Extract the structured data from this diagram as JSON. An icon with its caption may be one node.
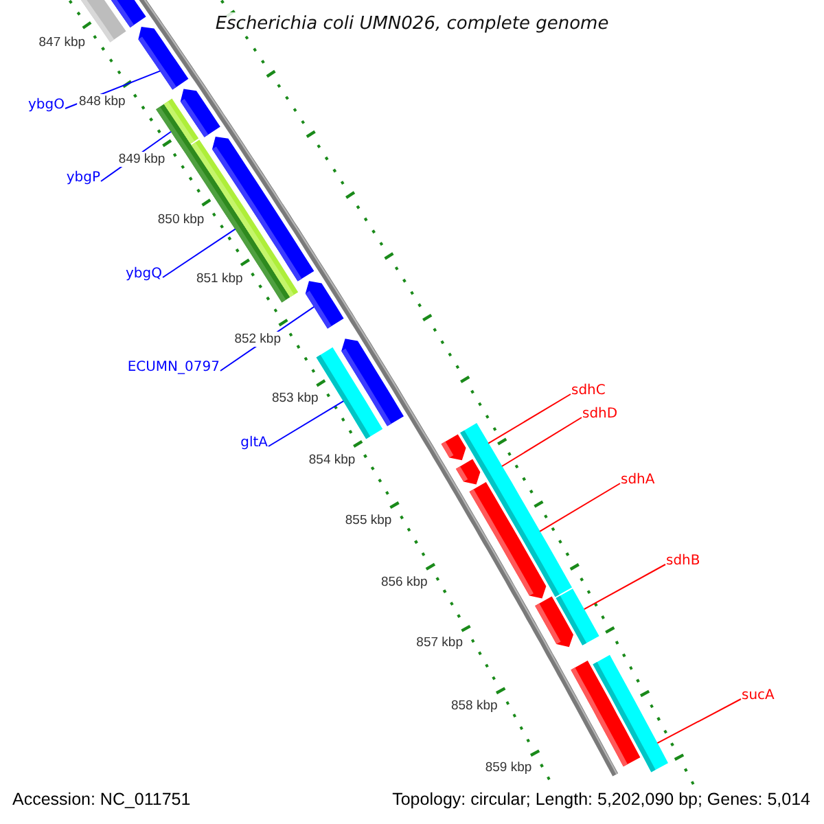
{
  "diagram": {
    "title": "Escherichia coli UMN026, complete genome",
    "nodes": [
      {
        "text": [
          "ybgO"
        ]
      },
      {
        "text": [
          "ybgP"
        ]
      },
      {
        "text": [
          "ybgQ"
        ]
      },
      {
        "text": [
          "ECUMN_0797"
        ]
      },
      {
        "text": [
          "gltA"
        ]
      },
      {
        "text": [
          "sdhC"
        ]
      },
      {
        "text": [
          "sdhD"
        ]
      },
      {
        "text": [
          "sdhA"
        ]
      },
      {
        "text": [
          "sdhB"
        ]
      },
      {
        "text": [
          "sucA"
        ]
      },
      {
        "text": [],
        "shape": "arrow"
      },
      {
        "text": [],
        "shape": "bar"
      },
      {
        "text": [],
        "shape": "arrow"
      },
      {
        "text": [],
        "shape": "bar"
      },
      {
        "text": [],
        "shape": "bar"
      },
      {
        "text": [],
        "shape": "bar"
      },
      {
        "text": [],
        "shape": "bar"
      },
      {
        "text": [],
        "shape": "arrow"
      },
      {
        "text": [],
        "shape": "arrow"
      },
      {
        "text": [],
        "shape": "bar"
      }
    ],
    "edges": [
      {
        "from": 0,
        "to": 10,
        "arrow": "none"
      },
      {
        "from": 1,
        "to": 11,
        "arrow": "none"
      },
      {
        "from": 2,
        "to": 11,
        "arrow": "none"
      },
      {
        "from": 3,
        "to": 12,
        "arrow": "none"
      },
      {
        "from": 4,
        "to": 13,
        "arrow": "none"
      },
      {
        "from": 5,
        "to": 14,
        "arrow": "none",
        "color": "#ff0000"
      },
      {
        "from": 6,
        "to": 14,
        "arrow": "none",
        "color": "#ff0000"
      },
      {
        "from": 7,
        "to": 14,
        "arrow": "none",
        "color": "#ff0000"
      },
      {
        "from": 8,
        "to": 15,
        "arrow": "none",
        "color": "#ff0000"
      },
      {
        "from": 9,
        "to": 16,
        "arrow": "none",
        "color": "#ff0000"
      }
    ],
    "labels": [
      "847 kbp",
      "848 kbp",
      "849 kbp",
      "850 kbp",
      "851 kbp",
      "852 kbp",
      "853 kbp",
      "854 kbp",
      "855 kbp",
      "856 kbp",
      "857 kbp",
      "858 kbp",
      "859 kbp",
      "Accession: NC_011751",
      "Topology: circular; Length: 5,202,090 bp; Genes: 5,014"
    ]
  }
}
